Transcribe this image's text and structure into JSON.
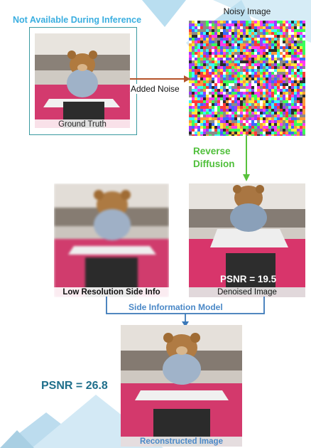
{
  "colors": {
    "cyan_label": "#3aaee0",
    "green_label": "#4fbf3a",
    "blue_label": "#4a88c7",
    "psnr_teal": "#1f6f8b",
    "arrow_brown": "#b5532a",
    "arrow_green": "#58c23c",
    "arrow_blue": "#3a78b8",
    "frame_teal": "#3a9aa0",
    "triangle_light": "#cde8f4",
    "triangle_dark": "#a9cfe3"
  },
  "labels": {
    "not_available": "Not Available During Inference",
    "noisy_image": "Noisy Image",
    "added_noise": "Added Noise",
    "ground_truth": "Ground Truth",
    "reverse_diffusion_line1": "Reverse",
    "reverse_diffusion_line2": "Diffusion",
    "low_res_side_info": "Low Resolution Side Info",
    "denoised_image": "Denoised Image",
    "psnr_denoised": "PSNR = 19.5",
    "side_information_model": "Side Information Model",
    "psnr_reconstructed": "PSNR = 26.8",
    "reconstructed_image": "Reconstructed Image"
  },
  "icons": {
    "ground_truth_photo": "teddy-bear-photo",
    "noisy_photo": "rgb-noise-image",
    "low_res_photo": "blurry-teddy-bear-photo",
    "denoised_photo": "teddy-bear-photo-denoised",
    "reconstructed_photo": "teddy-bear-photo-reconstructed"
  }
}
